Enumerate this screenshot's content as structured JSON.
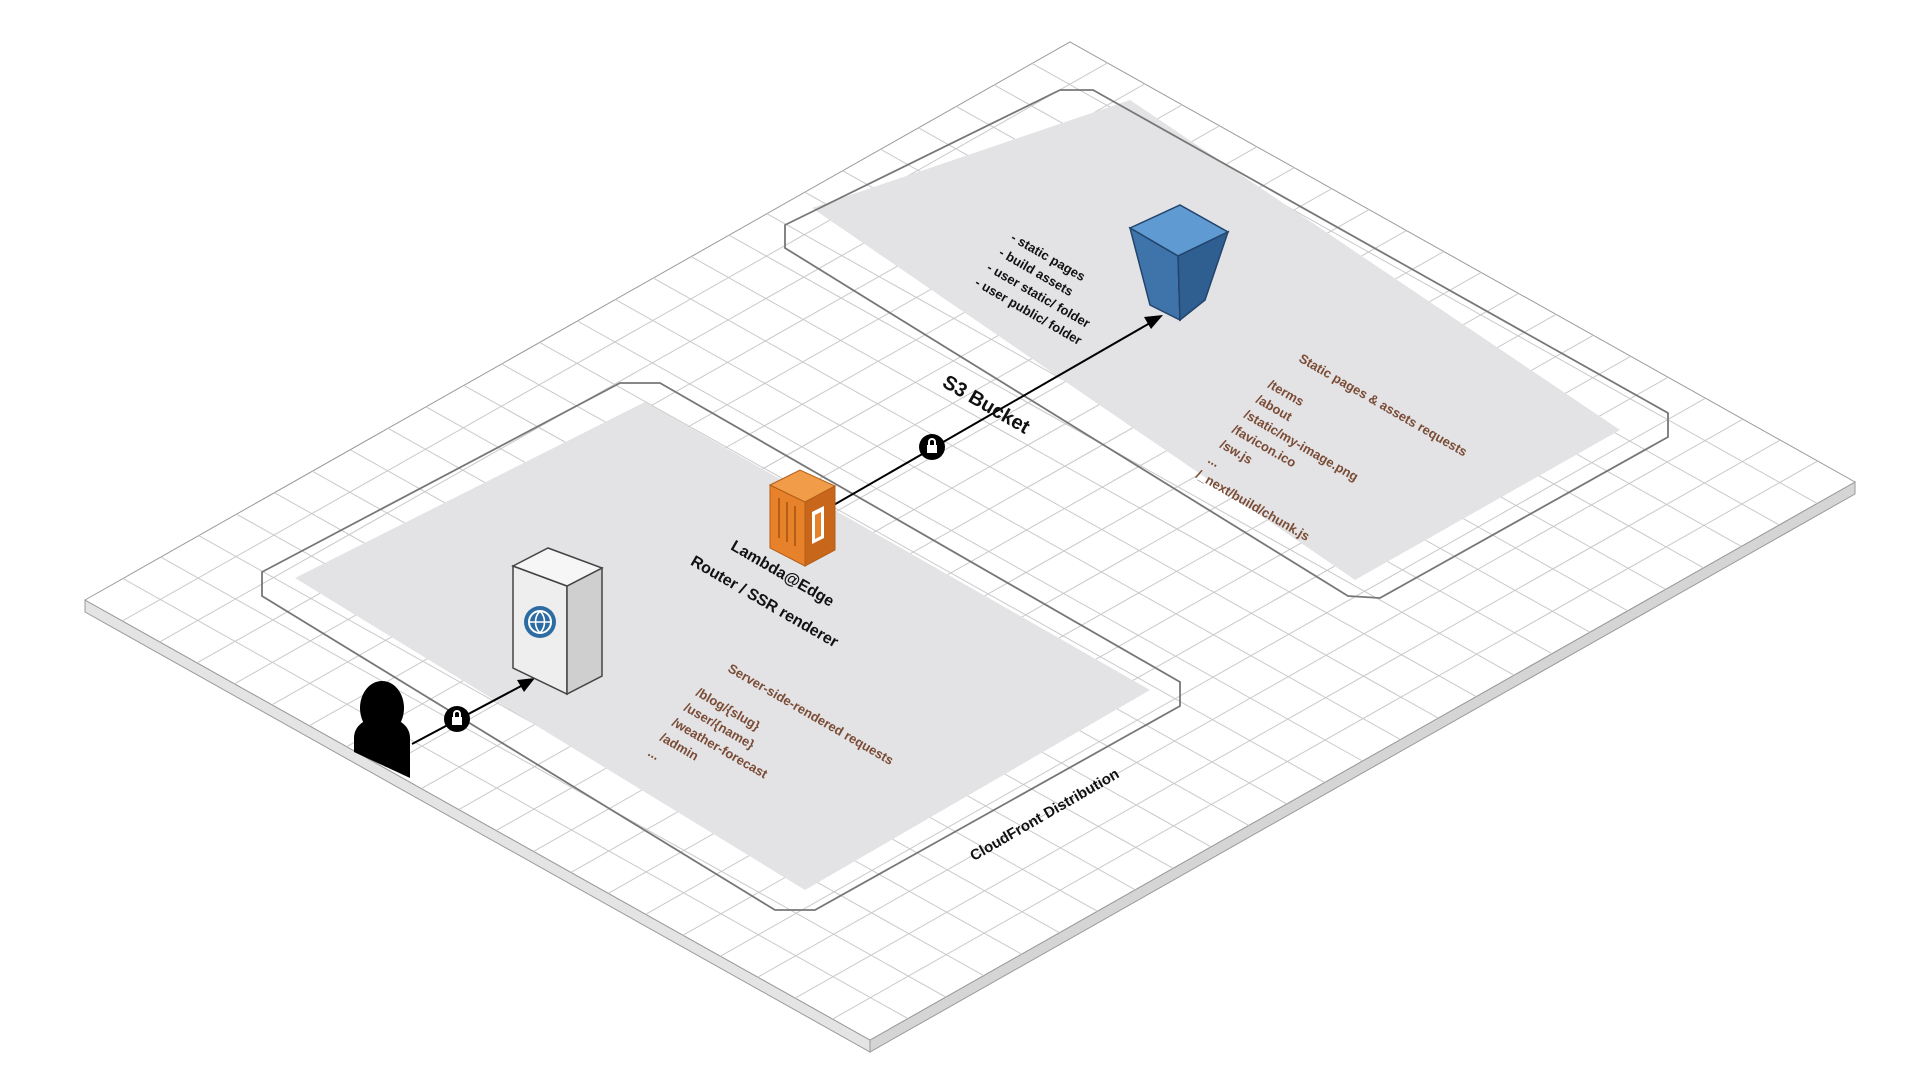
{
  "diagram": {
    "cloudfront_label": "CloudFront Distribution",
    "s3_label": "S3 Bucket",
    "lambda_label": {
      "line1": "Lambda@Edge",
      "line2": "Router / SSR renderer"
    },
    "s3_contents": [
      "- static pages",
      "- build assets",
      "- user static/ folder",
      "- user public/ folder"
    ],
    "ssr_requests": {
      "title": "Server-side-rendered requests",
      "routes": [
        "/blog/{slug}",
        "/user/{name}",
        "/weather-forecast",
        "/admin",
        "..."
      ]
    },
    "static_requests": {
      "title": "Static pages & assets requests",
      "routes": [
        "/terms",
        "/about",
        "/static/my-image.png",
        "/favicon.ico",
        "/sw.js",
        "...",
        "/_next/build/chunk.js"
      ]
    },
    "icons": {
      "user": "user-icon",
      "cloudfront": "cloudfront-edge-icon",
      "lambda": "lambda-icon",
      "s3": "s3-bucket-icon",
      "lock": "lock-icon"
    },
    "colors": {
      "lambda_orange": "#e8822a",
      "s3_blue": "#3f74ab",
      "cloudfront_globe": "#2d6ca2",
      "route_text": "#7a4b35",
      "grid_line": "#c9c9c9",
      "panel_fill": "#e3e3e5"
    }
  }
}
